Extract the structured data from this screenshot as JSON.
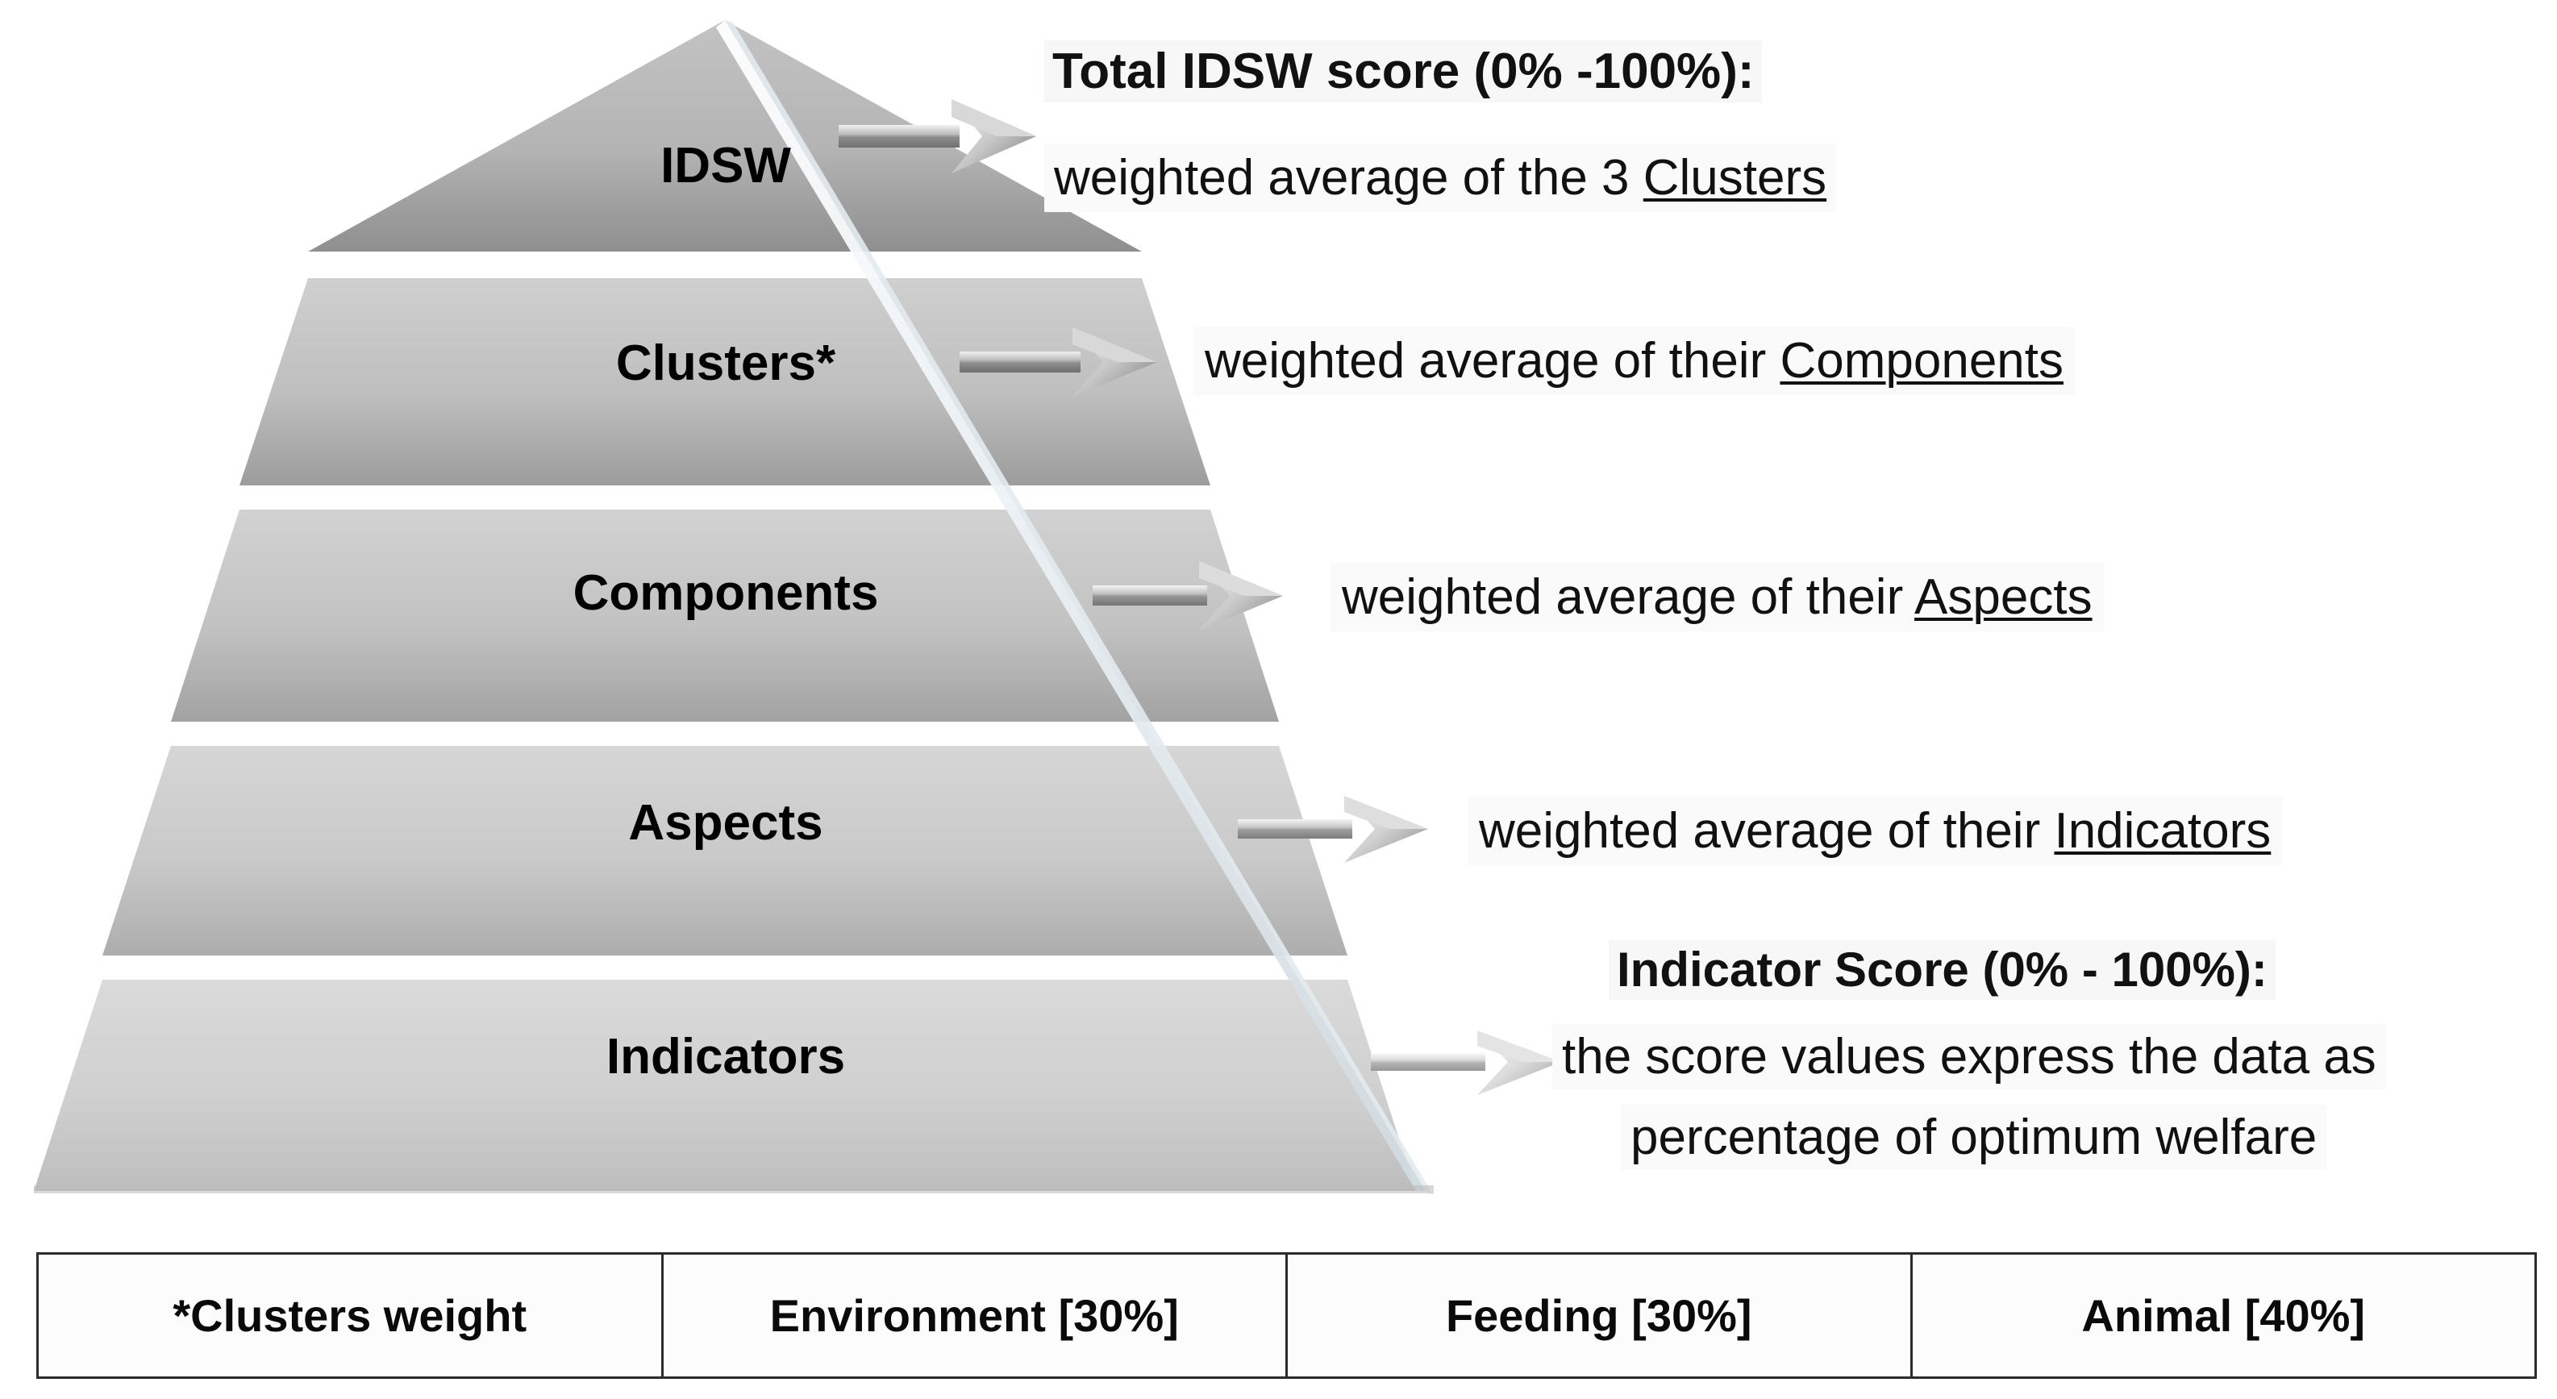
{
  "diagram": {
    "title": "IDSW hierarchical scoring pyramid",
    "pyramid": {
      "tiers": [
        {
          "id": "idsw",
          "label": "IDSW"
        },
        {
          "id": "clusters",
          "label": "Clusters*"
        },
        {
          "id": "components",
          "label": "Components"
        },
        {
          "id": "aspects",
          "label": "Aspects"
        },
        {
          "id": "indicators",
          "label": "Indicators"
        }
      ]
    },
    "annotations": [
      {
        "id": "idsw-note",
        "heading": "Total IDSW score (0% -100%):",
        "lines": [
          {
            "pre": "weighted average of the 3 ",
            "underlined": "Clusters",
            "post": ""
          }
        ]
      },
      {
        "id": "clusters-note",
        "heading": "",
        "lines": [
          {
            "pre": "weighted average of their ",
            "underlined": "Components",
            "post": ""
          }
        ]
      },
      {
        "id": "components-note",
        "heading": "",
        "lines": [
          {
            "pre": "weighted average of their ",
            "underlined": "Aspects",
            "post": ""
          }
        ]
      },
      {
        "id": "aspects-note",
        "heading": "",
        "lines": [
          {
            "pre": "weighted average of their ",
            "underlined": "Indicators",
            "post": ""
          }
        ]
      },
      {
        "id": "indicators-note",
        "heading": "Indicator Score (0% - 100%):",
        "lines": [
          {
            "pre": "the score values express the data as",
            "underlined": "",
            "post": ""
          },
          {
            "pre": "percentage of optimum welfare",
            "underlined": "",
            "post": ""
          }
        ]
      }
    ],
    "arrows": [
      {
        "id": "arrow-idsw",
        "name": "arrow-right-idsw"
      },
      {
        "id": "arrow-clusters",
        "name": "arrow-right-clusters"
      },
      {
        "id": "arrow-components",
        "name": "arrow-right-components"
      },
      {
        "id": "arrow-aspects",
        "name": "arrow-right-aspects"
      },
      {
        "id": "arrow-indicators",
        "name": "arrow-right-indicators"
      }
    ],
    "weights_table": {
      "row": [
        "*Clusters weight",
        "Environment [30%]",
        "Feeding [30%]",
        "Animal [40%]"
      ]
    },
    "colors": {
      "pyramid_light": "#d2d2d2",
      "pyramid_mid": "#c6c6c6",
      "pyramid_dark": "#9a9a9a",
      "pyramid_edge": "#e8eef2",
      "text": "#000000",
      "table_border": "#2b2b2b",
      "note_background": "#fafafa"
    }
  }
}
